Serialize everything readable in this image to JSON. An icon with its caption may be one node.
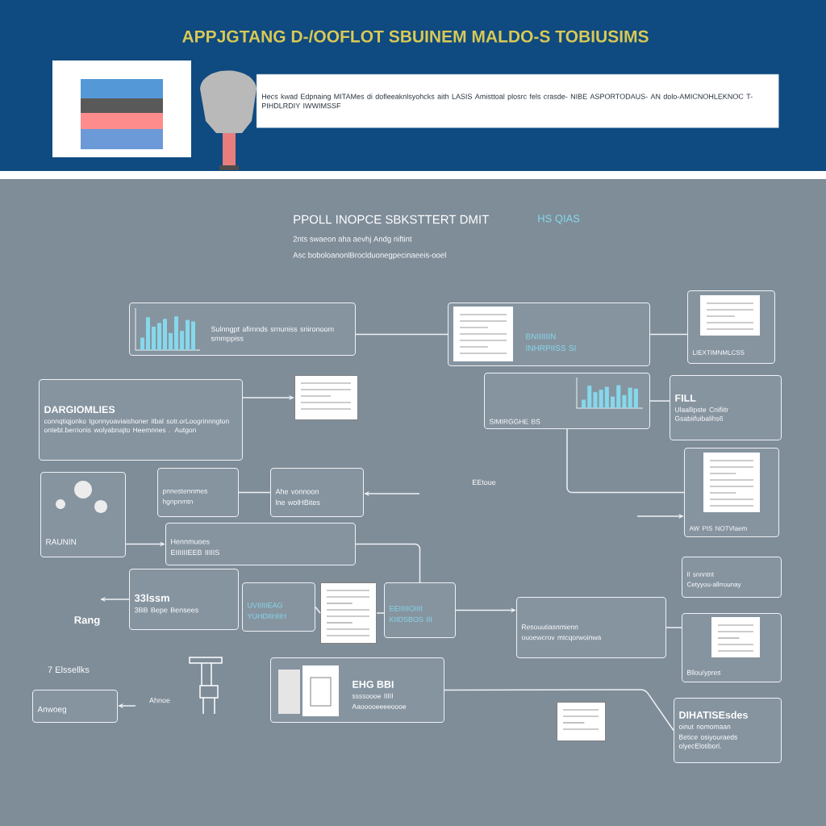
{
  "diagram": {
    "title": "APPJGTANG D-/OOFLOT SBUINEM MALDO-S TOBIUSIMS",
    "nodes": [
      {
        "text": [
          "Hecs kwad Edpnaing MITAMes di dofleeaknlsyohcks aith LASIS Amisttoal plosrc fels crasde- NIBE ASPORTODAUS- AN dolo-AMICNOHLEKNOC T- PIHDLRDIY IWWIMSSF"
        ]
      },
      {
        "text": [
          "Sulnngpt afimnds srnuniss snironoom smmppiss"
        ]
      },
      {
        "text": [
          "BNIIIIIIN",
          "INHRPIISS SI"
        ]
      },
      {
        "text": [
          "LIEXTIMNMLCSS"
        ]
      },
      {
        "text": [
          "DARGIOMLIES",
          "connqtiqjonko tgonnyoaviaishoner itbal sotr.orLoogrinnngton ontebt.berrionis wolyabnajto Heemnnes . Autgon"
        ]
      },
      {
        "text": [],
        "shape": "picture"
      },
      {
        "text": [
          "SIMIRGGHE BS"
        ]
      },
      {
        "text": [
          "FILL",
          "Ulaallipste Cnifiitr Gsabiifuibalihs6"
        ]
      },
      {
        "text": [
          "AW PIS NOTVlaem"
        ]
      },
      {
        "text": [
          "RAUNIN"
        ]
      },
      {
        "text": [
          "pnnestennmes",
          "hgnpnmtn"
        ]
      },
      {
        "text": [
          "Ahe vonnoon",
          "lne wolHBites"
        ]
      },
      {
        "text": [
          "Hennmuoes",
          "EIIIIIIEEB IIIIIS"
        ]
      },
      {
        "text": [
          "33lssm",
          "3BB Bepe Bensees"
        ]
      },
      {
        "text": [],
        "shape": "picture"
      },
      {
        "text": [
          "UVIIIIIEAG",
          "YUHDIIHIIH"
        ]
      },
      {
        "text": [
          "EEIIIIIOIIII",
          "KIIDSBOS III"
        ]
      },
      {
        "text": [
          "EHG BBI",
          "ssssoooe IIIII",
          "Aaooooeeeeoooe"
        ]
      },
      {
        "text": [
          "Resouutiasnmienn",
          "ouoewcrov mtcqorwoinwa"
        ]
      },
      {
        "text": [
          "Bllou/ypres"
        ]
      },
      {
        "text": [
          "Il snnntnt",
          "Cetyyou-allrrounay"
        ]
      },
      {
        "text": [],
        "shape": "picture"
      },
      {
        "text": [
          "DIHATISEsdes",
          "oinut nomomaan",
          "Betice osiyouraeds olyecElotiborl."
        ]
      },
      {
        "text": [
          "Anwoeg"
        ]
      }
    ],
    "edges": [
      {
        "from": 4,
        "to": 5,
        "arrow": "to"
      },
      {
        "from": 1,
        "to": 2,
        "arrow": "none"
      },
      {
        "from": 2,
        "to": 3,
        "arrow": "none"
      },
      {
        "from": 6,
        "to": 7,
        "arrow": "none"
      },
      {
        "from": 6,
        "to": 8,
        "arrow": "none"
      },
      {
        "from": null,
        "to": 8,
        "arrow": "to"
      },
      {
        "from": 10,
        "to": 11,
        "arrow": "none"
      },
      {
        "from": null,
        "to": 11,
        "arrow": "to"
      },
      {
        "from": 9,
        "to": 12,
        "arrow": "to"
      },
      {
        "from": 12,
        "to": 16,
        "arrow": "none"
      },
      {
        "from": 13,
        "to": null,
        "arrow": "to"
      },
      {
        "from": 15,
        "to": 14,
        "arrow": "none"
      },
      {
        "from": 14,
        "to": 16,
        "arrow": "none"
      },
      {
        "from": null,
        "to": 23,
        "arrow": "to"
      },
      {
        "from": 16,
        "to": 18,
        "arrow": "to"
      },
      {
        "from": 18,
        "to": 19,
        "arrow": "none"
      },
      {
        "from": 17,
        "to": 22,
        "arrow": "none"
      }
    ],
    "labels": [
      "PPOLL INOPCE SBKSTTERT DMIT",
      "HS QIAS",
      "2nts swaeon aha aevhj Andg niftint",
      "Asc boboloanonlBroclduonegpecinaeeis-ooel",
      "Rang",
      "7 Elssellks",
      "Ahnoe",
      "EEtoue"
    ]
  }
}
